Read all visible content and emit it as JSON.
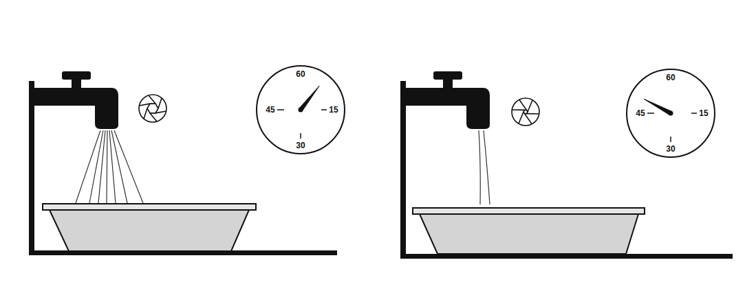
{
  "diagram": {
    "nodes": [
      {
        "text": [
          "60",
          "45",
          "15",
          "30"
        ]
      },
      {
        "text": [
          "60",
          "45",
          "15",
          "30"
        ]
      }
    ]
  }
}
